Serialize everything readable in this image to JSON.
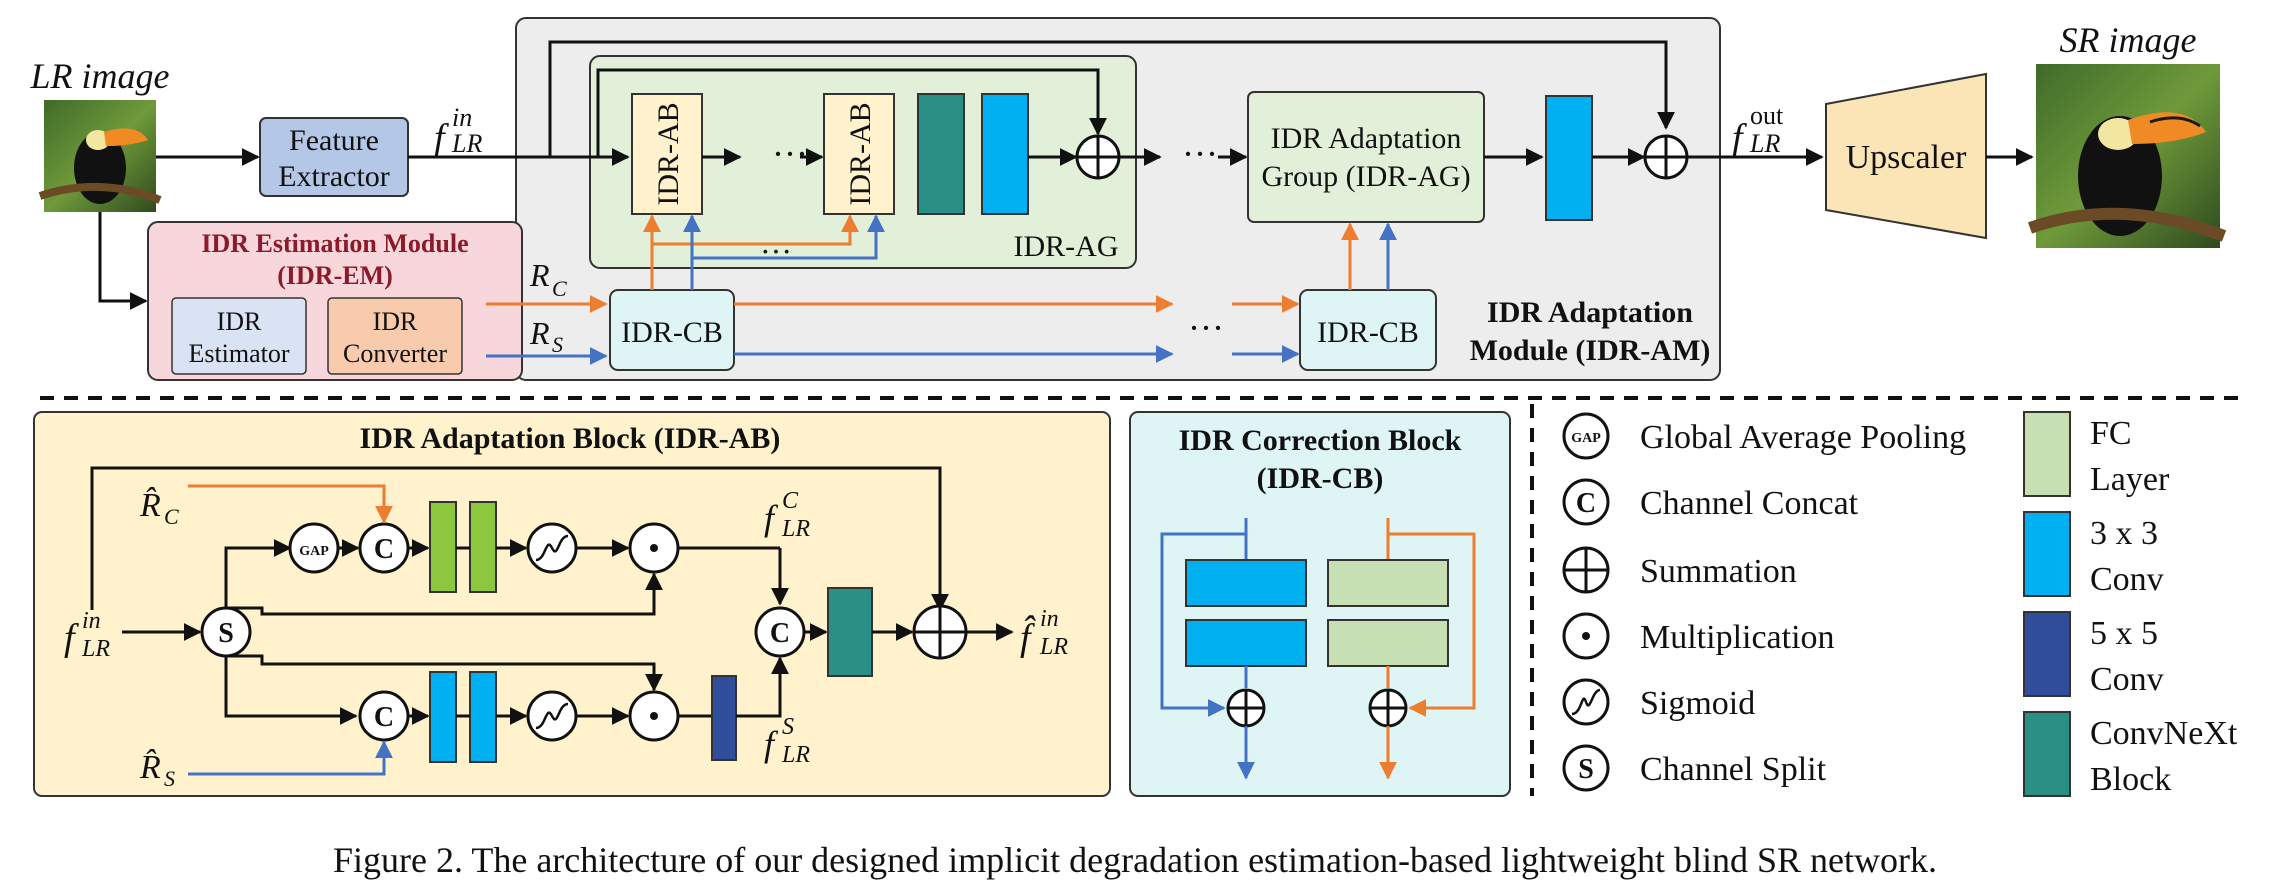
{
  "top": {
    "lr_image_label": "LR image",
    "sr_image_label": "SR image",
    "feature_extractor": [
      "Feature",
      "Extractor"
    ],
    "f_in": {
      "base": "f",
      "sup": "in",
      "sub": "LR"
    },
    "f_out": {
      "base": "f",
      "sup": "out",
      "sub": "LR"
    },
    "idr_ab": "IDR-AB",
    "ellipsis": "···",
    "idr_ag_label": "IDR-AG",
    "idr_ag_group": [
      "IDR Adaptation",
      "Group (IDR-AG)"
    ],
    "idr_cb": "IDR-CB",
    "idr_am_label": [
      "IDR Adaptation",
      "Module (IDR-AM)"
    ],
    "upscaler": "Upscaler",
    "idr_em_title": [
      "IDR Estimation Module",
      "(IDR-EM)"
    ],
    "idr_estimator": [
      "IDR",
      "Estimator"
    ],
    "idr_converter": [
      "IDR",
      "Converter"
    ],
    "r_c": {
      "base": "R",
      "sub": "C"
    },
    "r_s": {
      "base": "R",
      "sub": "S"
    }
  },
  "idr_ab_panel": {
    "title": "IDR Adaptation Block (IDR-AB)",
    "r_c_hat": {
      "base": "R̂",
      "sub": "C"
    },
    "r_s_hat": {
      "base": "R̂",
      "sub": "S"
    },
    "gap": "GAP",
    "concat": "C",
    "split": "S",
    "f_in": {
      "base": "f",
      "sup": "in",
      "sub": "LR"
    },
    "f_c": {
      "base": "f",
      "sup": "C",
      "sub": "LR"
    },
    "f_s": {
      "base": "f",
      "sup": "S",
      "sub": "LR"
    },
    "f_hat_in": {
      "base": "f̂",
      "sup": "in",
      "sub": "LR"
    }
  },
  "idr_cb_panel": {
    "title": [
      "IDR Correction Block",
      "(IDR-CB)"
    ]
  },
  "legend": {
    "symbols": [
      {
        "icon": "gap-icon",
        "glyph": "GAP",
        "label": "Global Average Pooling"
      },
      {
        "icon": "concat-icon",
        "glyph": "C",
        "label": "Channel Concat"
      },
      {
        "icon": "sum-icon",
        "glyph": "",
        "label": "Summation"
      },
      {
        "icon": "mult-icon",
        "glyph": "",
        "label": "Multiplication"
      },
      {
        "icon": "sigmoid-icon",
        "glyph": "",
        "label": "Sigmoid"
      },
      {
        "icon": "split-icon",
        "glyph": "S",
        "label": "Channel Split"
      }
    ],
    "blocks": [
      {
        "color": "#c6e0b4",
        "label": [
          "FC",
          "Layer"
        ]
      },
      {
        "color": "#00b0f0",
        "label": [
          "3 x 3",
          "Conv"
        ]
      },
      {
        "color": "#2f4d9a",
        "label": [
          "5 x 5",
          "Conv"
        ]
      },
      {
        "color": "#2a9086",
        "label": [
          "ConvNeXt",
          "Block"
        ]
      }
    ]
  },
  "caption": "Figure 2. The architecture of our designed implicit degradation estimation-based lightweight blind SR network.",
  "colors": {
    "orange": "#ed7d31",
    "blue": "#4472c4",
    "conv3": "#00b0f0",
    "conv5": "#2f4d9a",
    "convnext": "#2a9086",
    "fc": "#c6e0b4",
    "fc_dark": "#8dc63f"
  }
}
